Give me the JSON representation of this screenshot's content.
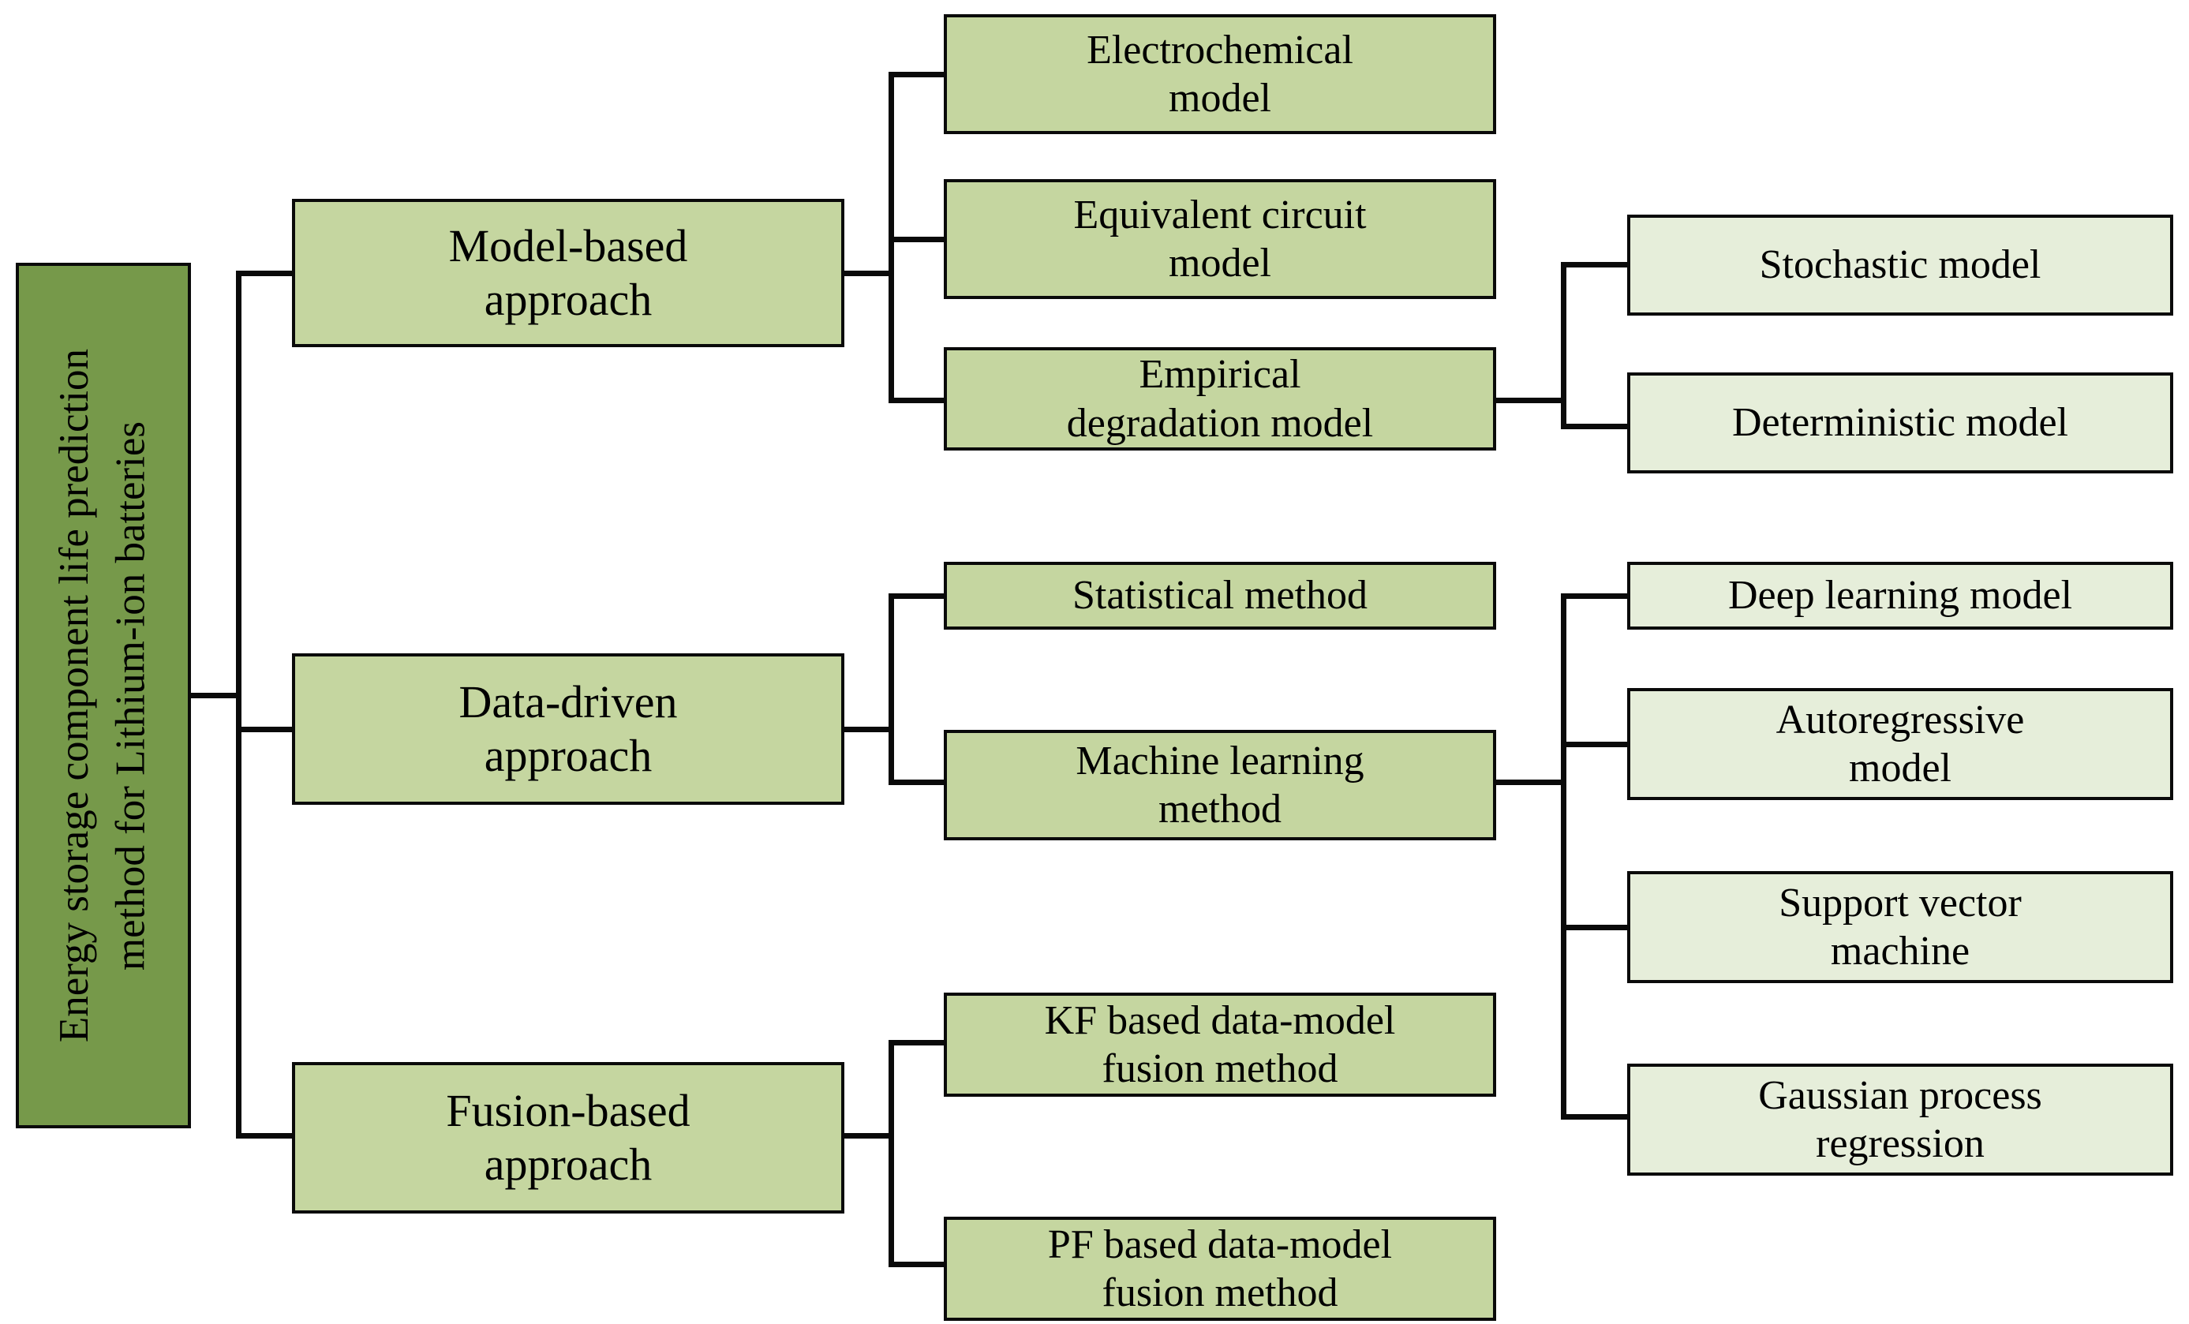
{
  "diagram": {
    "type": "tree",
    "orientation": "left-to-right",
    "title": "Energy storage component life prediction method for Lithium-ion batteries",
    "colors": {
      "level1_fill": "#76994A",
      "level2_fill": "#C5D6A0",
      "level3_fill": "#C5D6A0",
      "level4_fill": "#E6EEDA",
      "border": "#0A0A0A",
      "text": "#000000",
      "background": "#FFFFFF"
    },
    "root": {
      "label": "Energy storage component life prediction\nmethod for Lithium-ion batteries",
      "orientation": "vertical-text"
    },
    "level2": [
      {
        "id": "model-based",
        "label": "Model-based\napproach"
      },
      {
        "id": "data-driven",
        "label": "Data-driven\napproach"
      },
      {
        "id": "fusion-based",
        "label": "Fusion-based\napproach"
      }
    ],
    "level3": [
      {
        "id": "electrochemical",
        "parent": "model-based",
        "label": "Electrochemical\nmodel"
      },
      {
        "id": "equivalent",
        "parent": "model-based",
        "label": "Equivalent circuit\nmodel"
      },
      {
        "id": "empirical",
        "parent": "model-based",
        "label": "Empirical\ndegradation model"
      },
      {
        "id": "statistical",
        "parent": "data-driven",
        "label": "Statistical method"
      },
      {
        "id": "machine",
        "parent": "data-driven",
        "label": "Machine learning\nmethod"
      },
      {
        "id": "kf",
        "parent": "fusion-based",
        "label": "KF based data-model\nfusion method"
      },
      {
        "id": "pf",
        "parent": "fusion-based",
        "label": "PF based data-model\nfusion method"
      }
    ],
    "level4": [
      {
        "id": "stochastic",
        "parent": "empirical",
        "label": "Stochastic model"
      },
      {
        "id": "deterministic",
        "parent": "empirical",
        "label": "Deterministic model"
      },
      {
        "id": "deep-learning",
        "parent": "machine",
        "label": "Deep learning model"
      },
      {
        "id": "autoregressive",
        "parent": "machine",
        "label": "Autoregressive\nmodel"
      },
      {
        "id": "svm",
        "parent": "machine",
        "label": "Support vector\nmachine"
      },
      {
        "id": "gpr",
        "parent": "machine",
        "label": "Gaussian process\nregression"
      }
    ]
  }
}
